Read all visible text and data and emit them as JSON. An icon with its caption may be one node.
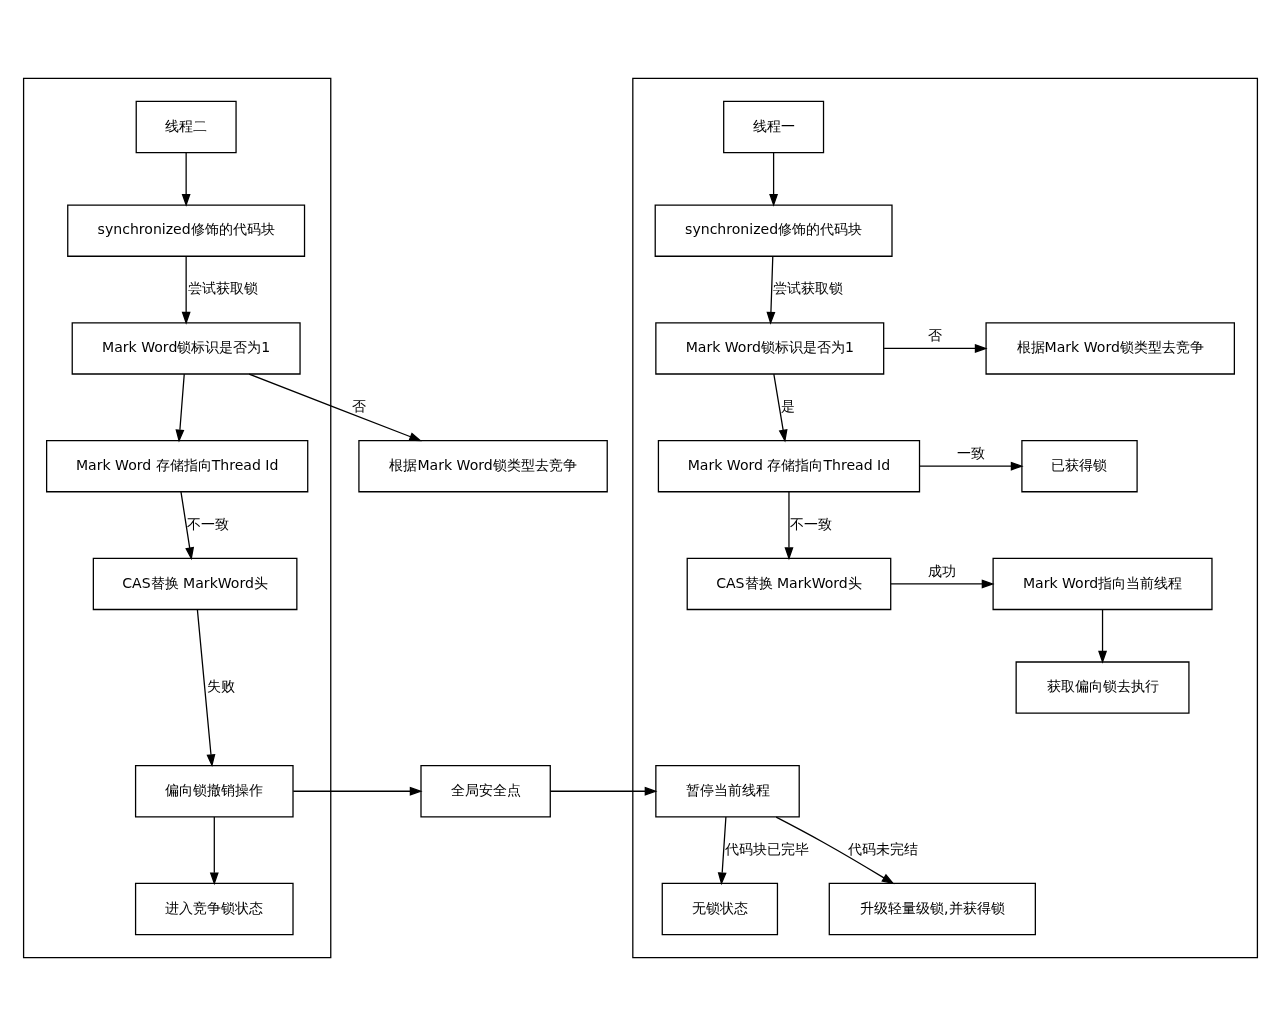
{
  "diagram": {
    "nodes": [
      {
        "text": [],
        "shape": "box"
      },
      {
        "text": [
          "线程二"
        ],
        "in": 0
      },
      {
        "text": [
          "synchronized修饰的代码块"
        ],
        "in": 0
      },
      {
        "text": [
          "Mark Word锁标识是否为1"
        ],
        "in": 0
      },
      {
        "text": [
          "根据Mark Word锁类型去竞争"
        ]
      },
      {
        "text": [
          "Mark Word 存储指向Thread Id"
        ],
        "in": 0
      },
      {
        "text": [
          "CAS替换 MarkWord头"
        ],
        "in": 0
      },
      {
        "text": [
          "偏向锁撤销操作"
        ],
        "in": 0
      },
      {
        "text": [
          "进入竞争锁状态"
        ],
        "in": 0
      },
      {
        "text": [
          "全局安全点"
        ]
      },
      {
        "text": [],
        "shape": "box"
      },
      {
        "text": [
          "线程一"
        ],
        "in": 10
      },
      {
        "text": [
          "synchronized修饰的代码块"
        ],
        "in": 10
      },
      {
        "text": [
          "Mark Word锁标识是否为1"
        ],
        "in": 10
      },
      {
        "text": [
          "根据Mark Word锁类型去竞争"
        ],
        "in": 10
      },
      {
        "text": [
          "Mark Word 存储指向Thread Id"
        ],
        "in": 10
      },
      {
        "text": [
          "已获得锁"
        ],
        "in": 10
      },
      {
        "text": [
          "CAS替换 MarkWord头"
        ],
        "in": 10
      },
      {
        "text": [
          "Mark Word指向当前线程"
        ],
        "in": 10
      },
      {
        "text": [
          "获取偏向锁去执行"
        ],
        "in": 10
      },
      {
        "text": [
          "暂停当前线程"
        ],
        "in": 10
      },
      {
        "text": [
          "无锁状态"
        ],
        "in": 10
      },
      {
        "text": [
          "升级轻量级锁,并获得锁"
        ],
        "in": 10
      }
    ],
    "edges": [
      {
        "from": 1,
        "to": 2,
        "arrow": "to"
      },
      {
        "from": 2,
        "to": 3,
        "arrow": "to",
        "label": "尝试获取锁"
      },
      {
        "from": 3,
        "to": 4,
        "arrow": "to",
        "label": "否"
      },
      {
        "from": 3,
        "to": 5,
        "arrow": "to"
      },
      {
        "from": 5,
        "to": 6,
        "arrow": "to",
        "label": "不一致"
      },
      {
        "from": 6,
        "to": 7,
        "arrow": "to",
        "label": "失败"
      },
      {
        "from": 7,
        "to": 8,
        "arrow": "to"
      },
      {
        "from": 7,
        "to": 9,
        "arrow": "to"
      },
      {
        "from": 9,
        "to": 20,
        "arrow": "to"
      },
      {
        "from": 11,
        "to": 12,
        "arrow": "to"
      },
      {
        "from": 12,
        "to": 13,
        "arrow": "to",
        "label": "尝试获取锁"
      },
      {
        "from": 13,
        "to": 14,
        "arrow": "to",
        "label": "否"
      },
      {
        "from": 13,
        "to": 15,
        "arrow": "to",
        "label": "是"
      },
      {
        "from": 15,
        "to": 16,
        "arrow": "to",
        "label": "一致"
      },
      {
        "from": 15,
        "to": 17,
        "arrow": "to",
        "label": "不一致"
      },
      {
        "from": 17,
        "to": 18,
        "arrow": "to",
        "label": "成功"
      },
      {
        "from": 18,
        "to": 19,
        "arrow": "to"
      },
      {
        "from": 20,
        "to": 21,
        "arrow": "to",
        "label": "代码块已完毕"
      },
      {
        "from": 20,
        "to": 22,
        "arrow": "to",
        "label": "代码未完结"
      }
    ]
  }
}
